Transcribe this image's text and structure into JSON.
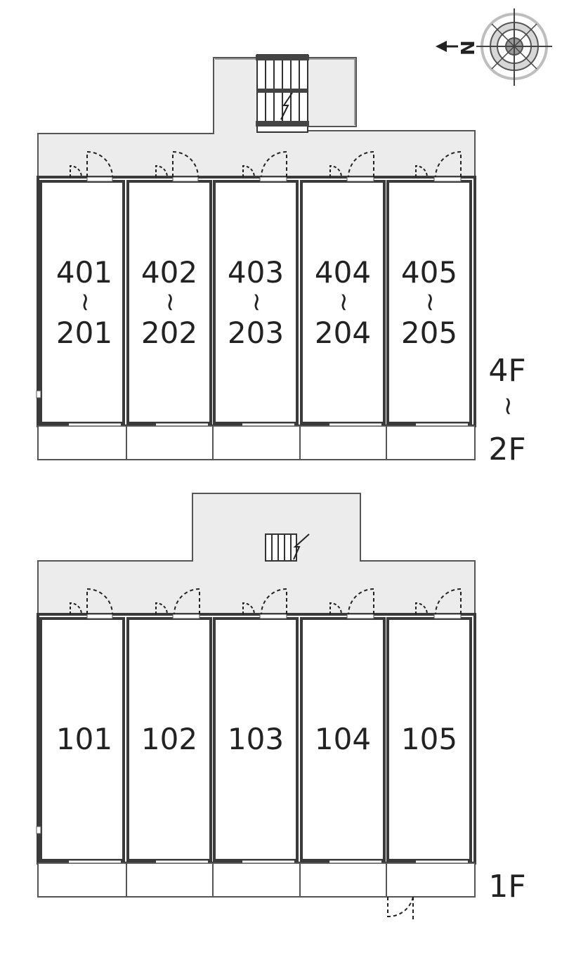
{
  "compass": {
    "letter": "N",
    "icon": "compass-north-icon"
  },
  "upper_block": {
    "floor_label_top": "4F",
    "floor_label_mid": "~",
    "floor_label_bottom": "2F",
    "units": [
      {
        "top": "401",
        "sep": "~",
        "bottom": "201"
      },
      {
        "top": "402",
        "sep": "~",
        "bottom": "202"
      },
      {
        "top": "403",
        "sep": "~",
        "bottom": "203"
      },
      {
        "top": "404",
        "sep": "~",
        "bottom": "204"
      },
      {
        "top": "405",
        "sep": "~",
        "bottom": "205"
      }
    ]
  },
  "lower_block": {
    "floor_label": "1F",
    "units": [
      {
        "label": "101"
      },
      {
        "label": "102"
      },
      {
        "label": "103"
      },
      {
        "label": "104"
      },
      {
        "label": "105"
      }
    ]
  },
  "colors": {
    "wall": "#3a3a3a",
    "corridor": "#ececec",
    "line": "#555555",
    "text": "#222222"
  }
}
